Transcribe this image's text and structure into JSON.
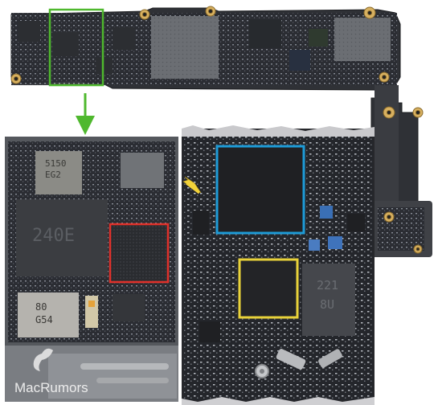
{
  "photo": {
    "chip_markings": {
      "top_left_chip": [
        "5150",
        "EG2"
      ],
      "large_left_chip": "240E",
      "bottom_left_chip": [
        "80",
        "G54"
      ],
      "right_bottom_chip": [
        "221",
        "8U"
      ]
    },
    "watermark": "MacRumors",
    "colors": {
      "green_box": "#4fb82e",
      "red_box": "#e0312b",
      "blue_box": "#1e9bd7",
      "yellow_box": "#e8d23a",
      "arrow_yellow": "#f2d23a",
      "board": "#2c2e33"
    }
  }
}
